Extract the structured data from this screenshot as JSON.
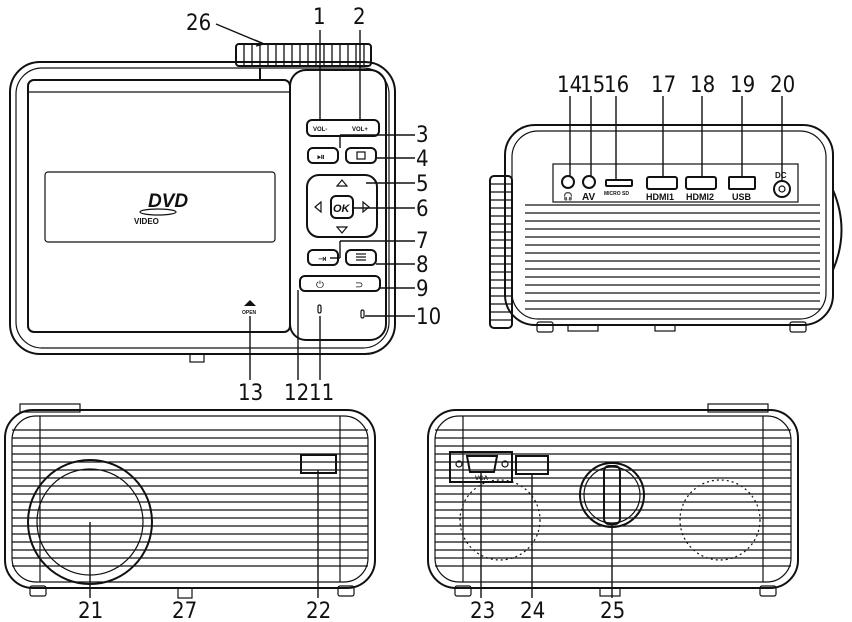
{
  "top_view": {
    "vol_minus": "VOL-",
    "vol_plus": "VOL+",
    "ok": "OK",
    "dvd": "DVD",
    "video": "VIDEO",
    "open": "OPEN"
  },
  "rear_view": {
    "av": "AV",
    "micro_sd": "MICRO SD",
    "hdmi1": "HDMI1",
    "hdmi2": "HDMI2",
    "usb": "USB",
    "dc": "DC"
  },
  "back_view": {
    "vga": "VGA"
  },
  "callouts": [
    "1",
    "2",
    "3",
    "4",
    "5",
    "6",
    "7",
    "8",
    "9",
    "10",
    "11",
    "12",
    "13",
    "14",
    "15",
    "16",
    "17",
    "18",
    "19",
    "20",
    "21",
    "22",
    "23",
    "24",
    "25",
    "26",
    "27"
  ]
}
